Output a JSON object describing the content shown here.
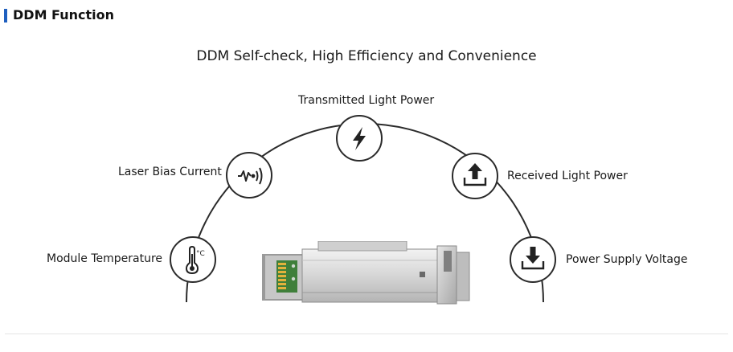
{
  "section": {
    "title": "DDM Function",
    "accent_color": "#1f5fbf"
  },
  "subtitle": "DDM Self-check, High Efficiency and Convenience",
  "features": {
    "transmitted": {
      "label": "Transmitted Light Power",
      "icon": "lightning-bolt-icon"
    },
    "laser_bias": {
      "label": "Laser Bias Current",
      "icon": "waveform-signal-icon"
    },
    "received": {
      "label": "Received Light Power",
      "icon": "upload-arrow-icon"
    },
    "temperature": {
      "label": "Module Temperature",
      "icon": "thermometer-celsius-icon",
      "unit": "°C"
    },
    "voltage": {
      "label": "Power Supply Voltage",
      "icon": "download-arrow-icon"
    }
  }
}
